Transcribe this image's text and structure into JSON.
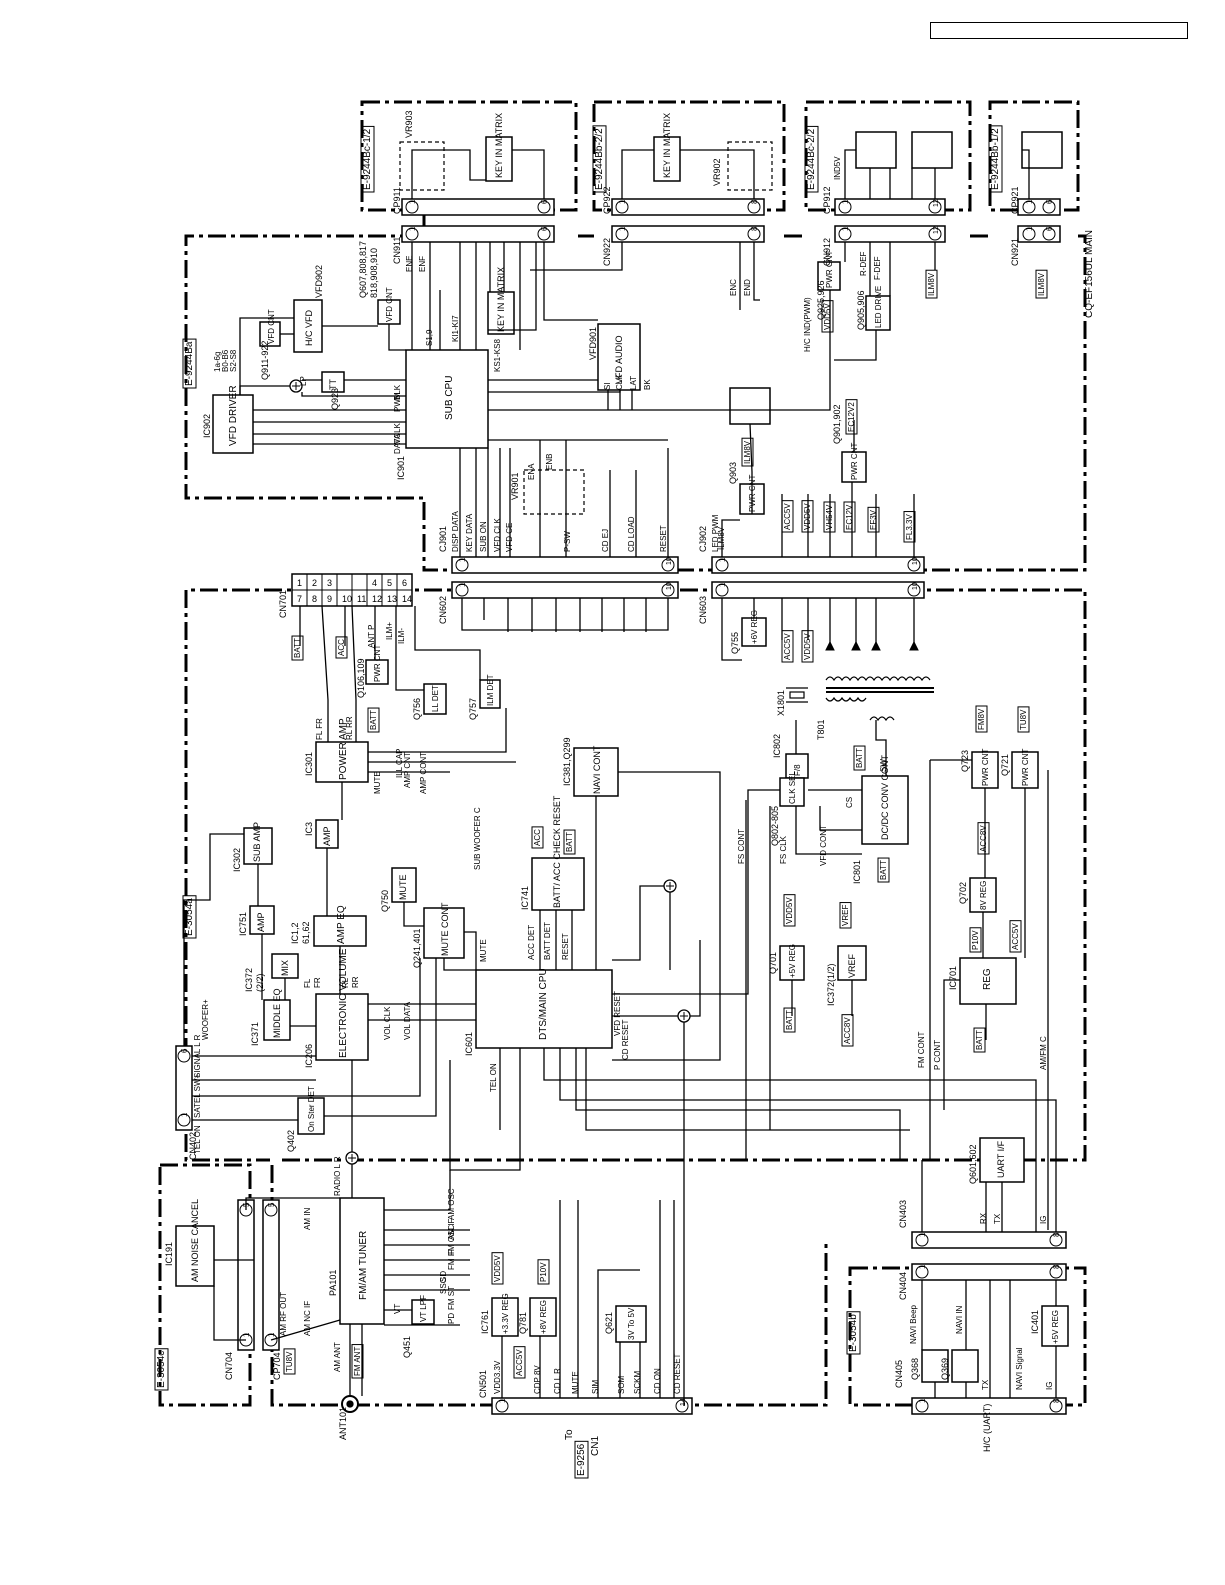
{
  "page": {
    "header_box_text": ""
  },
  "boards": {
    "vr903": "E-9244Bc-1/2",
    "vr902": "E-9244Bb-2/2",
    "led_a": "E-9244Bc-2/2",
    "led_b": "E-9244Bb-1/2",
    "main_a": "E-9244Ba",
    "main_name": "CQ-EF156UL MAIN",
    "audio": "E-3054a",
    "noise": "E-3054c",
    "navi": "E-3054b",
    "to_board": "E-9256",
    "to_word": "To",
    "to_cn": "CN1"
  },
  "connectors": {
    "cp911": "CP911",
    "cp922": "CP922",
    "cp912": "CP912",
    "cp921": "CP921",
    "cn911": "CN911",
    "cn922": "CN922",
    "cn912": "CN912",
    "cn921": "CN921",
    "cj901": "CJ901",
    "cj902": "CJ902",
    "cn602": "CN602",
    "cn603": "CN603",
    "cn701": "CN701",
    "cn402": "CN402",
    "cn403": "CN403",
    "cn404": "CN404",
    "cn405": "CN405",
    "cn501": "CN501",
    "cn704": "CN704",
    "cp704": "CP704"
  },
  "pins": {
    "p1": "1",
    "p5": "5",
    "p6": "6",
    "p8": "8",
    "p10": "10",
    "p12": "12",
    "p14": "14",
    "cn701_grid": [
      "1",
      "7",
      "2",
      "8",
      "3",
      "9",
      "",
      "10",
      "",
      "11",
      "4",
      "12",
      "5",
      "13",
      "6",
      "14"
    ]
  },
  "blocks": {
    "key_in_matrix": "KEY IN MATRIX",
    "vfd_driver": "VFD DRIVER",
    "sub_cpu": "SUB CPU",
    "hc_vfd": "H/C VFD",
    "vfd_cnt": "VFD CNT",
    "vfd_audio": "VFD AUDIO",
    "pwr_cnt": "PWR CNT",
    "led_drive": "LED DRIVE",
    "power_amp": "POWER AMP",
    "amp": "AMP",
    "sub_amp": "SUB AMP",
    "amp_eq": "AMP EQ",
    "mix": "MIX",
    "middle_eq": "MIDDLE EQ",
    "electronic_volume": "ELECTRONIC VOLUME",
    "mute": "MUTE",
    "mute_cont": "MUTE CONT",
    "batt_acc_check": "BATT/ ACC CHECK RESET",
    "navi_cont": "NAVI CONT",
    "dts_main_cpu": "DTS/MAIN CPU",
    "ll_det": "LL DET",
    "ilm_det": "ILM DET",
    "reg_6v": "+6V REG",
    "f8": "F/8",
    "clk_sel": "CLK SEL",
    "dcdc": "DC/DC CONV CONT",
    "reg_5v": "+5V REG",
    "vref": "VREF",
    "reg_8v": "8V REG",
    "reg": "REG",
    "uart": "UART I/F",
    "reg_33": "+3.3V REG",
    "reg_8vp": "+8V REG",
    "conv_3v5v": "3V To 5V",
    "on_ster_det": "On Ster DET",
    "fm_am_tuner": "FM/AM TUNER",
    "vt_lpf": "VT LPF",
    "am_noise_cancel": "AM NOISE CANCEL",
    "reg_5v_navi": "+5V REG",
    "tt": "TT"
  },
  "parts": {
    "ic902": "IC902",
    "ic901": "IC901",
    "vfd902": "VFD902",
    "vfd901": "VFD901",
    "q607": "Q607,808,817",
    "q607b": "818,908,910",
    "q911": "Q911-922",
    "q923": "Q923",
    "vr903": "VR903",
    "vr902": "VR902",
    "vr901": "VR901",
    "q925": "Q925,926",
    "q905": "Q905,906",
    "q903": "Q903",
    "q901": "Q901,902",
    "ic301": "IC301",
    "ic3": "IC3",
    "ic302": "IC302",
    "ic751": "IC751",
    "ic12": "IC1,2",
    "ic12b": "61,62",
    "ic372": "IC372",
    "ic372b": "(2/2)",
    "ic371": "IC371",
    "ic206": "IC206",
    "q750": "Q750",
    "q241": "Q241,401",
    "ic741": "IC741",
    "ic381": "IC381,Q299",
    "ic601": "IC601",
    "q106": "Q106,109",
    "q756": "Q756",
    "q757": "Q757",
    "q755": "Q755",
    "x1801": "X1801",
    "t801": "T801",
    "ic802": "IC802",
    "q802": "Q802-805",
    "ic801": "IC801",
    "q701": "Q701",
    "ic372c": "IC372(1/2)",
    "q702": "Q702",
    "ic701": "IC701",
    "q723": "Q723",
    "q721": "Q721",
    "q601": "Q601,602",
    "q402": "Q402",
    "ic761": "IC761",
    "q781": "Q781",
    "q621": "Q621",
    "q451": "Q451",
    "pa101": "PA101",
    "ic191": "IC191",
    "q368": "Q368",
    "q369": "Q369",
    "ic401": "IC401",
    "ant101": "ANT101"
  },
  "signals": {
    "ene": "ENE",
    "enf": "ENF",
    "enc": "ENC",
    "end": "END",
    "ena": "ENA",
    "enb": "ENB",
    "ki1": "KI1-KI7",
    "ks1": "KS1-KS8",
    "s19": "S1,9",
    "s28": "1a-6g",
    "s28b": "B0-B6",
    "s28c": "S2-S8",
    "blk": "BLK",
    "pwm": "PWM",
    "lp": "LP",
    "vclk": "VCLK",
    "data": "DATA",
    "si": "SI",
    "clk": "CLK",
    "lat": "LAT",
    "bk": "BK",
    "hc_ind": "H/C IND(PWM)",
    "rdef": "R-DEF",
    "fdef": "F-DEF",
    "ind5v": "IND5V",
    "ilm8v": "ILM8V",
    "disp_data": "DISP DATA",
    "key_data": "KEY DATA",
    "sub_on": "SUB ON",
    "vfd_clk": "VFD CLK",
    "vfd_ce": "VFD CE",
    "psw": "P-SW",
    "cd_ej": "CD EJ",
    "cd_load": "CD LOAD",
    "reset": "RESET",
    "led_pwm": "LED PWM",
    "acc5v": "ACC5V",
    "vdd5v": "VDD5V",
    "vh54v": "VH54V",
    "ec12v": "EC12V",
    "ef3v": "EF3V",
    "fl33v": "FL3.3V",
    "ec12v2": "EC12V2",
    "batt": "BATT",
    "acc": "ACC",
    "ant_p": "ANT P",
    "ilm_p": "ILM+",
    "ilm_m": "ILM-",
    "fl_fr": "FL FR",
    "rl_rr": "RL RR",
    "mute_sig": "MUTE",
    "amp_cnt": "AMP CNT",
    "amp_cont": "AMP CONT",
    "ill_cap": "ILL CAP",
    "subwoofer": "SUB WOOFER C",
    "woofer": "WOOFER+",
    "signal_lr": "SIGNAL L R",
    "satel": "SATEL SW+",
    "tel_on": "TEL ON",
    "tel_on2": "TEL ON",
    "vol_clk": "VOL CLK",
    "vol_data": "VOL DATA",
    "acc_det": "ACC DET",
    "batt_det": "BATT DET",
    "reset2": "RESET",
    "mute2": "MUTE",
    "vfd_reset": "VFD RESET",
    "cd_reset": "CD RESET",
    "fs_cont": "FS CONT",
    "fs_clk": "FS CLK",
    "vfd_cont": "VFD CONT",
    "sw": "SW",
    "cs": "CS",
    "fm_cont": "FM CONT",
    "p_cont": "P CONT",
    "amfm_c": "AM/FM C",
    "fm8v": "FM8V",
    "tu8v": "TU8V",
    "acc8v": "ACC8V",
    "p10v": "P10V",
    "vref_s": "VREF",
    "rx": "RX",
    "tx": "TX",
    "ig": "IG",
    "radio_lr": "RADIO L R",
    "am_in": "AM IN",
    "am_osc": "AM OSC",
    "am_if": "AM IF",
    "fm_osc": "FM OSC",
    "fm_if": "FM IF",
    "sd": "SD",
    "ssc": "SSC",
    "fm_st": "FM ST",
    "pd": "PD",
    "vt": "VT",
    "am_nc_if": "AM NC IF",
    "am_rf_out": "AM RF OUT",
    "tu8v2": "TU8V",
    "am_ant": "AM ANT",
    "fm_ant": "FM ANT",
    "vdd33v": "VDD3.3V",
    "cdp8v": "CDP 8V",
    "cd_lr": "CD L R",
    "mute3": "MUTE",
    "sim": "SIM",
    "som": "SOM",
    "sckm": "SCKM",
    "cd_on": "CD ON",
    "cd_reset2": "CD RESET",
    "navi_beep": "NAVI Beep",
    "navi_in": "NAVI IN",
    "tx2": "TX",
    "navi_signal": "NAVI Signal",
    "ig2": "IG",
    "rx2": "RX",
    "hc_uart": "H/C (UART)",
    "lfl": "FL",
    "lfr": "FR",
    "rl": "RL",
    "rr": "RR"
  }
}
